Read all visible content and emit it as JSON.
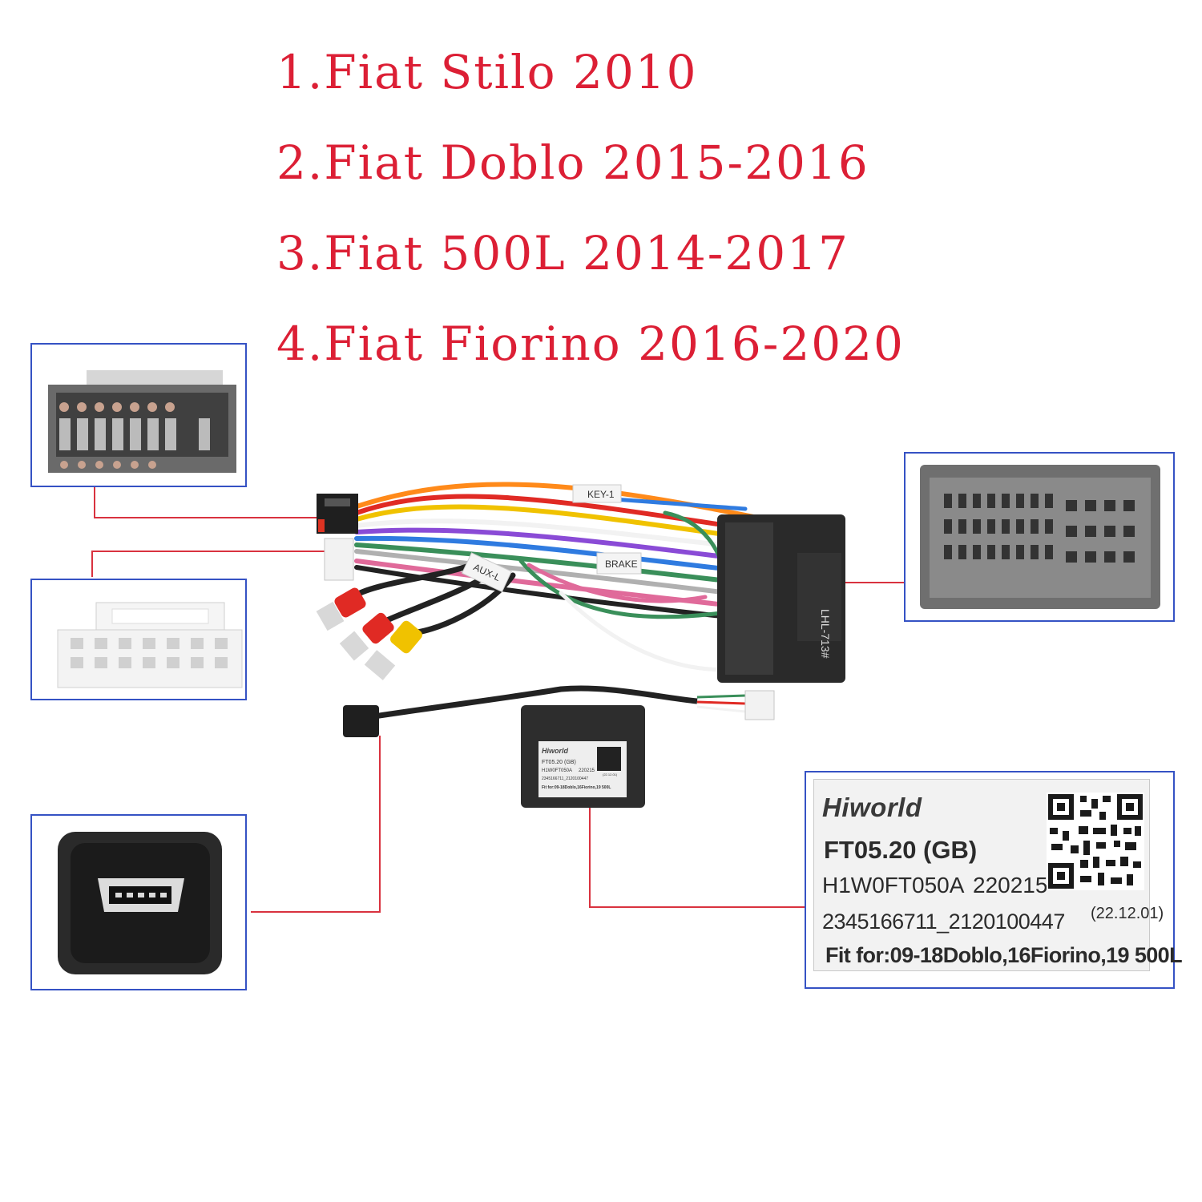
{
  "models": [
    "1.Fiat Stilo 2010",
    "2.Fiat Doblo 2015-2016",
    "3.Fiat 500L 2014-2017",
    "4.Fiat Fiorino 2016-2020"
  ],
  "harness_tags": {
    "key": "KEY-1",
    "brake": "BRAKE",
    "aux": "AUX-L",
    "connector_code": "LHL-713#"
  },
  "can_box_mini_label": {
    "brand": "Hiworld",
    "model": "FT05.20 (GB)",
    "code": "H1W0FT050A",
    "date": "220215",
    "serial": "2345166711_2120100447",
    "revision": "(22.12.01)",
    "fit": "Fit for:09-18Doblo,16Fiorino,19 500L"
  },
  "label_zoom": {
    "brand": "Hiworld",
    "model": "FT05.20 (GB)",
    "code": "H1W0FT050A",
    "date": "220215",
    "serial": "2345166711_2120100447",
    "revision": "(22.12.01)",
    "fit": "Fit for:09-18Doblo,16Fiorino,19 500L"
  },
  "colors": {
    "title_red": "#dc1f35",
    "frame_blue": "#3552c4",
    "leader_red": "#d9323f",
    "connector_black": "#222222",
    "wire_red": "#e02a24",
    "wire_yellow": "#f0c200",
    "wire_green": "#3a8f5a"
  }
}
